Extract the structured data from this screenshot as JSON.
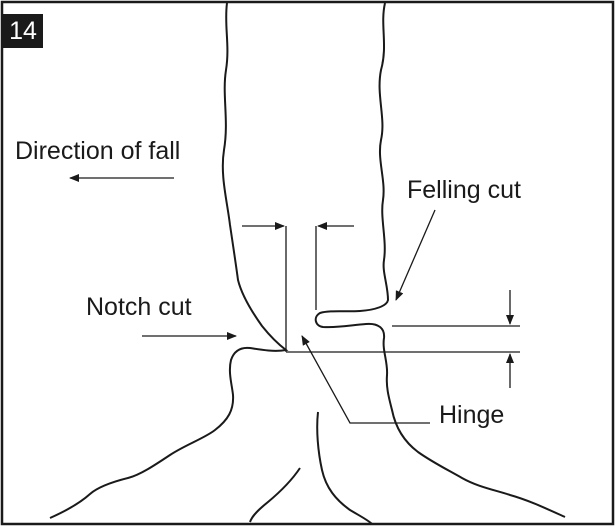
{
  "figure": {
    "number": "14"
  },
  "labels": {
    "direction_of_fall": "Direction of fall",
    "felling_cut": "Felling cut",
    "notch_cut": "Notch cut",
    "hinge": "Hinge"
  },
  "colors": {
    "stroke": "#1a1a1a",
    "badge_bg": "#1a1a1a",
    "badge_text": "#ffffff",
    "background": "#ffffff"
  }
}
